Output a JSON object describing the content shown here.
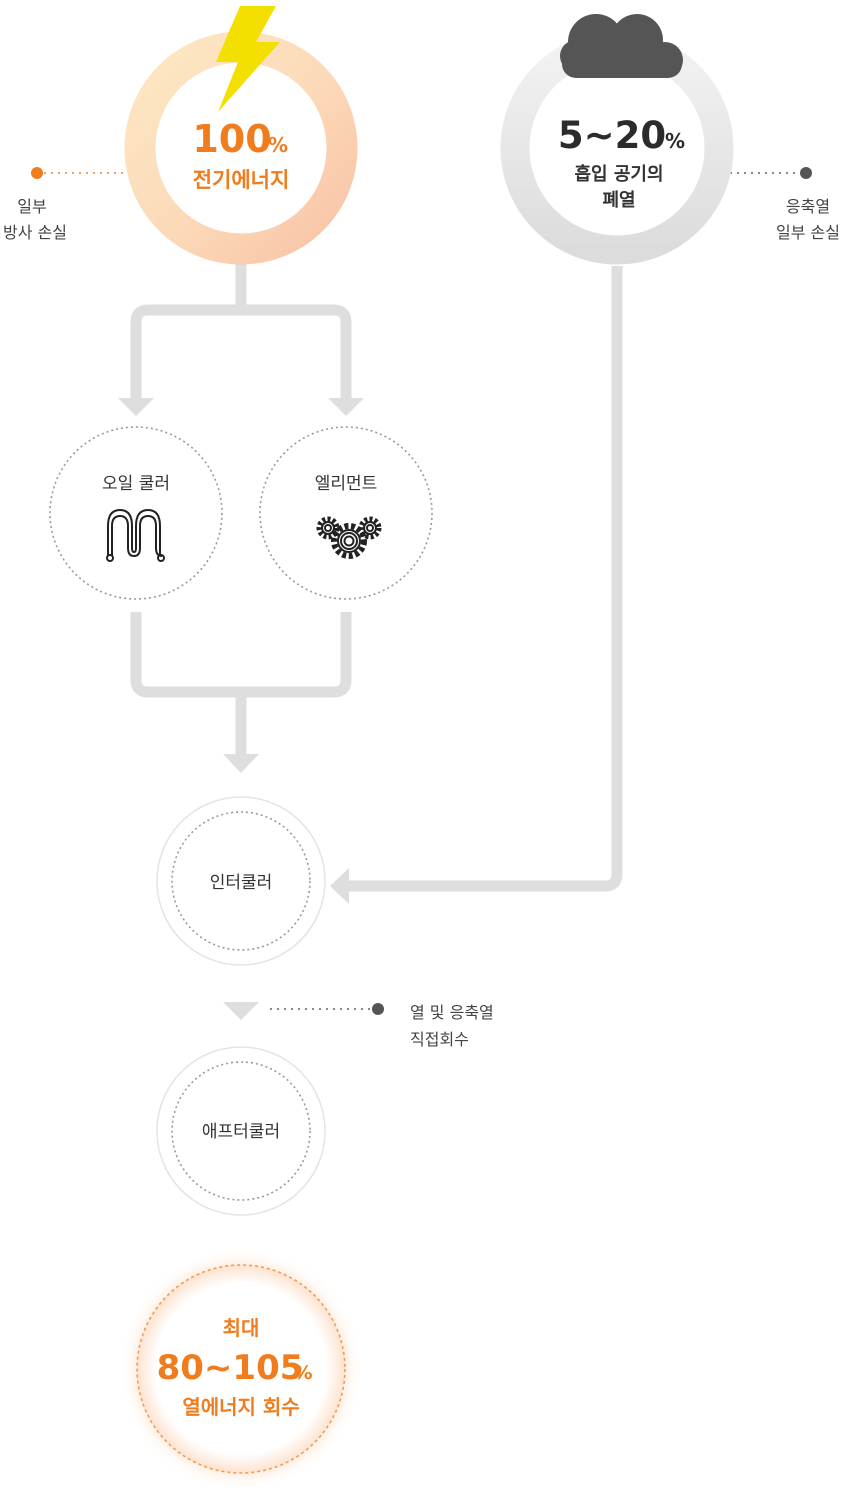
{
  "colors": {
    "accent": "#f07c1e",
    "flow_line": "#dedede",
    "dark_cloud": "#555555",
    "bolt": "#f3e000"
  },
  "top_left": {
    "value": "100",
    "unit": "%",
    "label": "전기에너지",
    "icon": "lightning-icon"
  },
  "top_right": {
    "value": "5~20",
    "unit": "%",
    "label_line1": "흡입 공기의",
    "label_line2": "폐열",
    "icon": "cloud-icon"
  },
  "loss_left": {
    "line1": "일부",
    "line2": "방사 손실"
  },
  "loss_right": {
    "line1": "응축열",
    "line2": "일부 손실"
  },
  "oil_cooler": {
    "label": "오일 쿨러",
    "icon": "coil-icon"
  },
  "element": {
    "label": "엘리먼트",
    "icon": "gears-icon"
  },
  "intercooler": {
    "label": "인터쿨러"
  },
  "recovery_note": {
    "line1": "열 및 응축열",
    "line2": "직접회수"
  },
  "aftercooler": {
    "label": "애프터쿨러"
  },
  "result": {
    "line1": "최대",
    "value": "80~105",
    "unit": "%",
    "line3": "열에너지 회수"
  }
}
